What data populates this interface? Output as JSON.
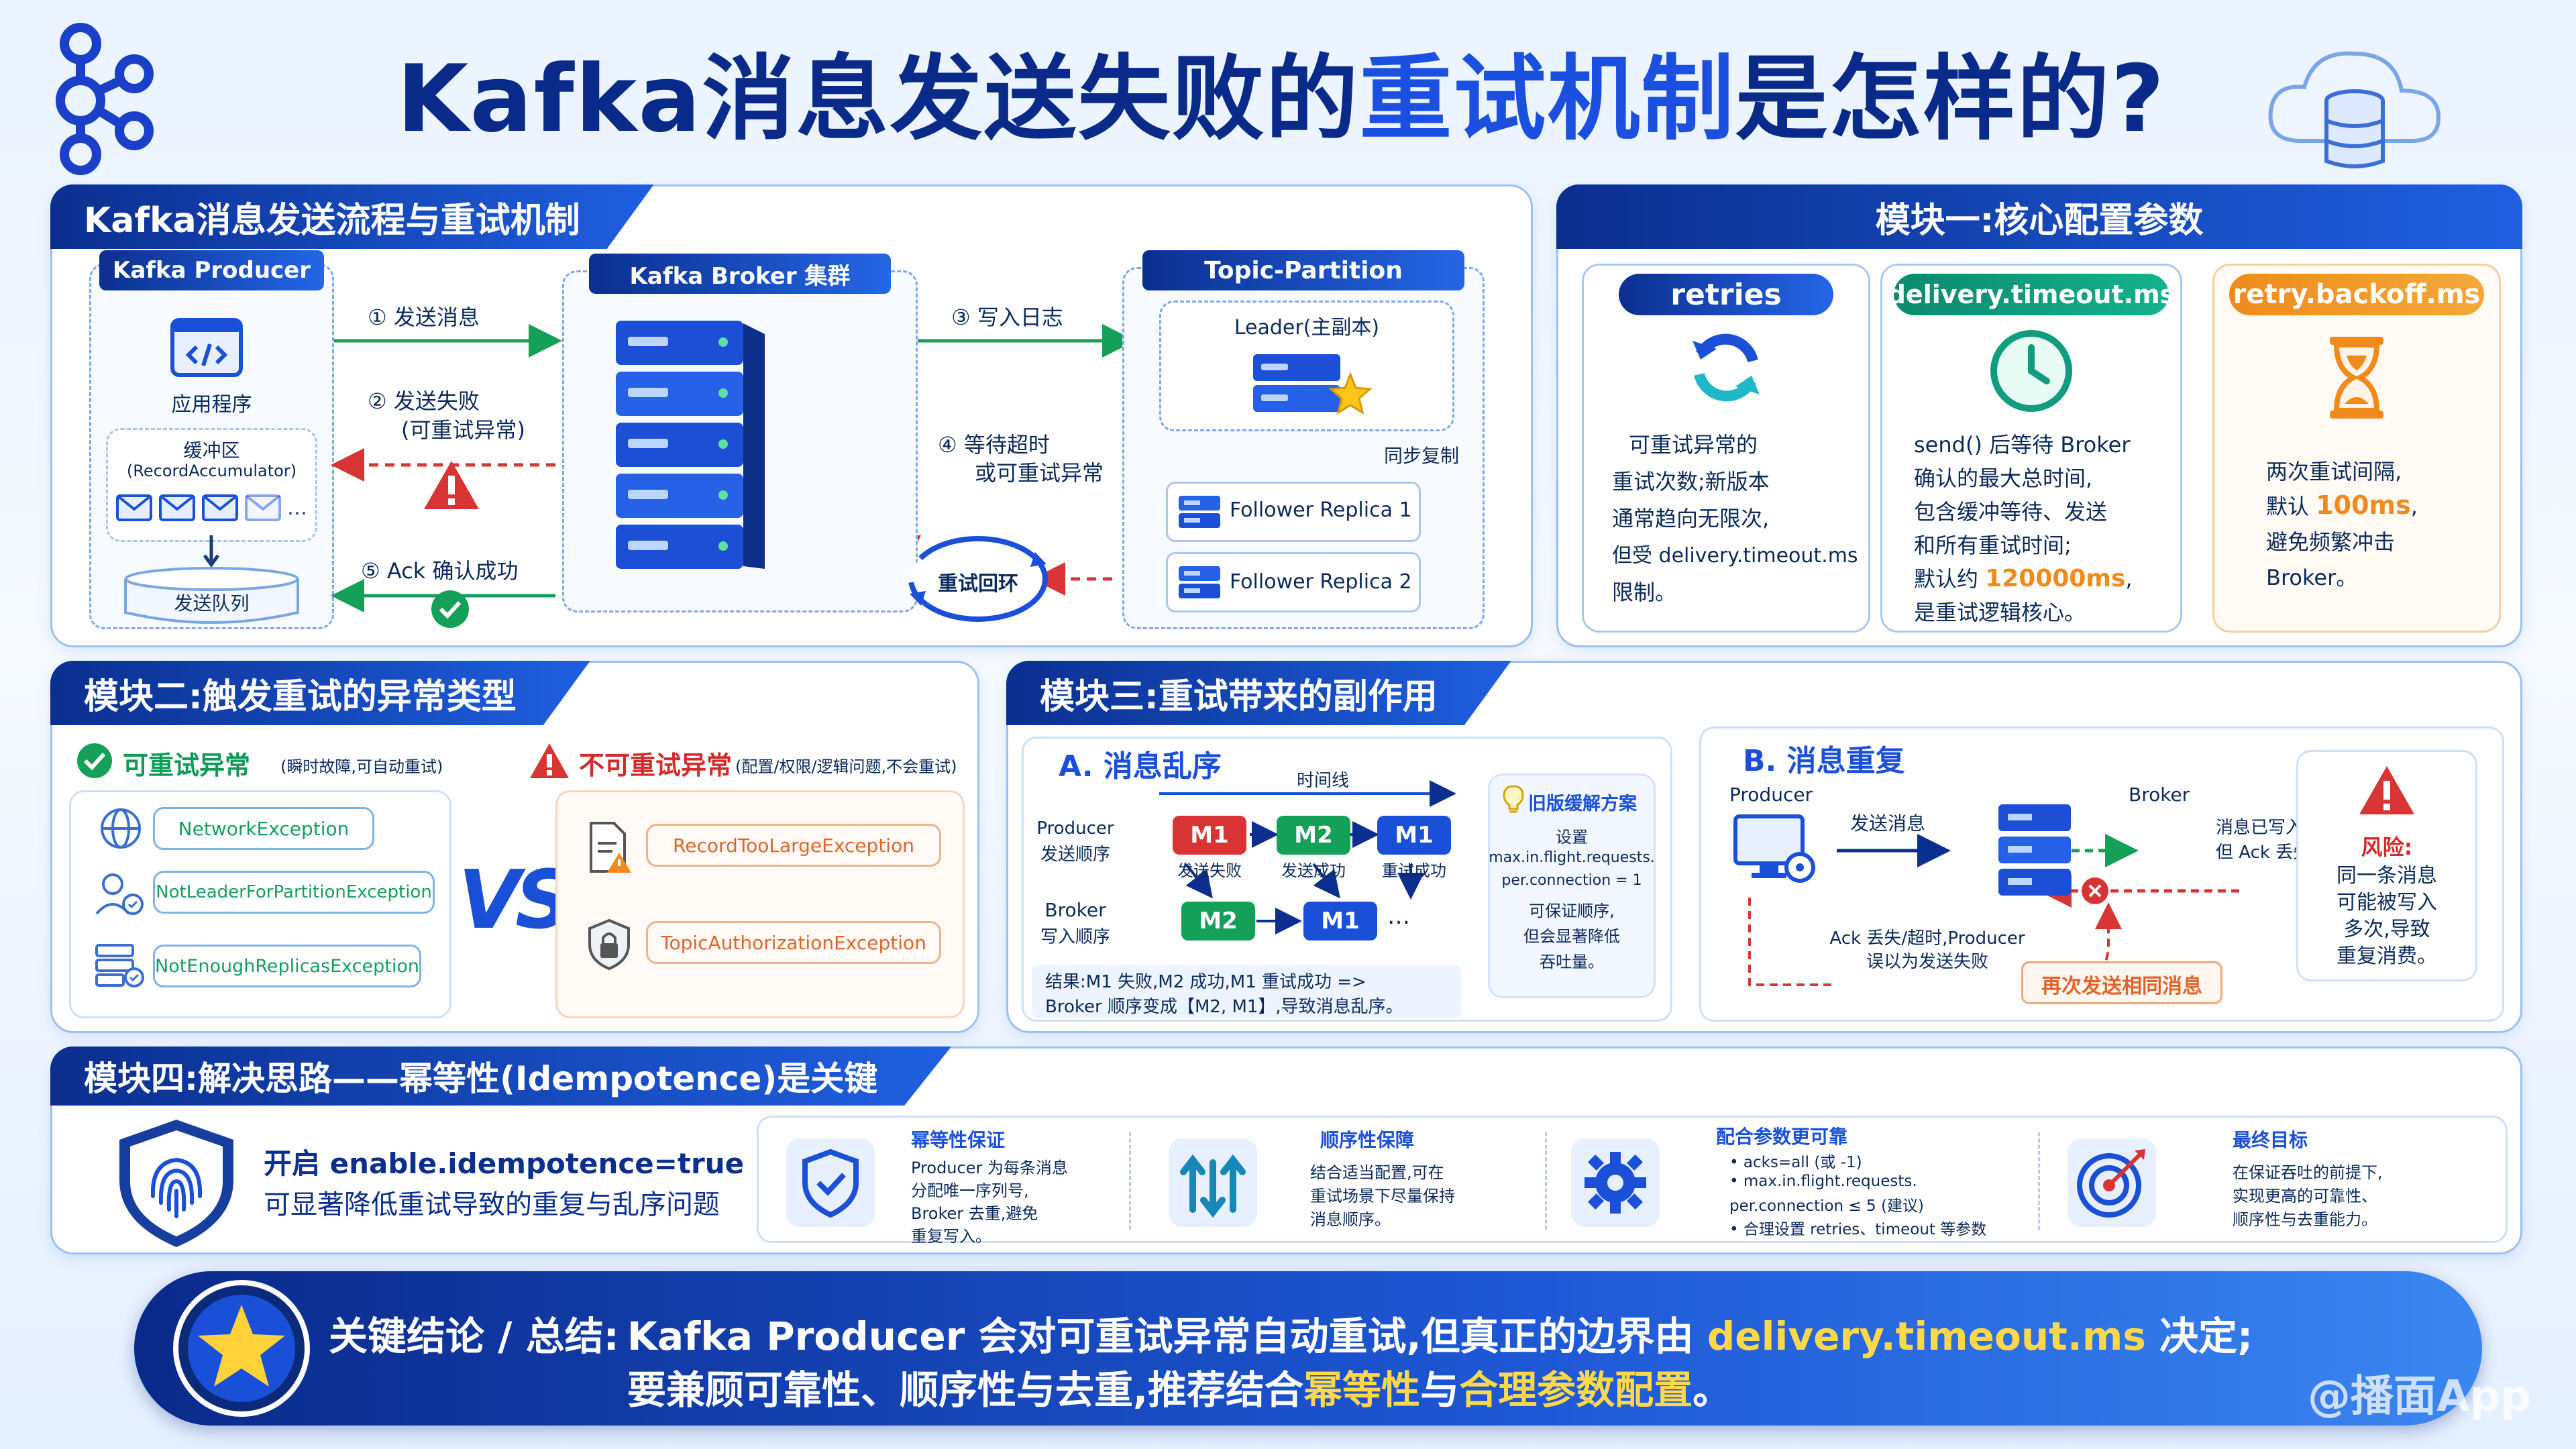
{
  "header": {
    "title_prefix": "Kafka消息发送失败的",
    "title_highlight": "重试机制",
    "title_suffix": "是怎样的?"
  },
  "flow_panel": {
    "title": "Kafka消息发送流程与重试机制",
    "producer_tag": "Kafka Producer",
    "app_label": "应用程序",
    "buffer_label": "缓冲区",
    "buffer_sub": "(RecordAccumulator)",
    "queue_label": "发送队列",
    "broker_tag": "Kafka Broker 集群",
    "topic_tag": "Topic-Partition",
    "leader_label": "Leader(主副本)",
    "follower1": "Follower Replica 1",
    "follower2": "Follower Replica 2",
    "sync_label": "同步复制",
    "step1": "① 发送消息",
    "step2": "② 发送失败",
    "step2_sub": "(可重试异常)",
    "step3": "③ 写入日志",
    "step4": "④ 等待超时",
    "step4_sub": "或可重试异常",
    "step5": "⑤ Ack 确认成功",
    "loop_label": "重试回环"
  },
  "module1": {
    "title": "模块一:核心配置参数",
    "cards": [
      {
        "tag": "retries",
        "lines": [
          "可重试异常的",
          "重试次数;新版本",
          "通常趋向无限次,",
          "但受 delivery.timeout.ms",
          "限制。"
        ]
      },
      {
        "tag": "delivery.timeout.ms",
        "lines": [
          "send() 后等待 Broker",
          "确认的最大总时间,",
          "包含缓冲等待、发送",
          "和所有重试时间;"
        ],
        "pre": "默认约 ",
        "hl": "120000ms",
        "post": ",",
        "last": "是重试逻辑核心。"
      },
      {
        "tag": "retry.backoff.ms",
        "lines": [
          "两次重试间隔,"
        ],
        "pre": "默认 ",
        "hl": "100ms",
        "post": ",",
        "tail": [
          "避免频繁冲击",
          "Broker。"
        ]
      }
    ]
  },
  "module2": {
    "title": "模块二:触发重试的异常类型",
    "retriable_title": "可重试异常",
    "retriable_sub": "(瞬时故障,可自动重试)",
    "non_retriable_title": "不可重试异常",
    "non_retriable_sub": "(配置/权限/逻辑问题,不会重试)",
    "retriable": [
      "NetworkException",
      "NotLeaderForPartitionException",
      "NotEnoughReplicasException"
    ],
    "non_retriable": [
      "RecordTooLargeException",
      "TopicAuthorizationException"
    ],
    "vs": "VS"
  },
  "module3": {
    "title": "模块三:重试带来的副作用",
    "a_title": "A. 消息乱序",
    "timeline": "时间线",
    "producer_order_1": "Producer",
    "producer_order_2": "发送顺序",
    "broker_order_1": "Broker",
    "broker_order_2": "写入顺序",
    "m1": "M1",
    "m2": "M2",
    "send_fail": "发送失败",
    "send_ok": "发送成功",
    "retry_ok": "重试成功",
    "ellipsis": "…",
    "result1": "结果:M1 失败,M2 成功,M1 重试成功 =>",
    "result2": "Broker 顺序变成【M2, M1】,导致消息乱序。",
    "old_title": "旧版缓解方案",
    "old_lines": [
      "设置",
      "max.in.flight.requests.",
      "per.connection = 1",
      "可保证顺序,",
      "但会显著降低",
      "吞吐量。"
    ],
    "b_title": "B. 消息重复",
    "b_producer": "Producer",
    "b_broker": "Broker",
    "b_send": "发送消息",
    "b_written_1": "消息已写入",
    "b_written_2": "但 Ack 丢失",
    "b_ack_lost_1": "Ack 丢失/超时,Producer",
    "b_ack_lost_2": "误以为发送失败",
    "b_resend": "再次发送相同消息",
    "risk_title": "风险:",
    "risk_lines": [
      "同一条消息",
      "可能被写入",
      "多次,导致",
      "重复消费。"
    ]
  },
  "module4": {
    "title": "模块四:解决思路——幂等性(Idempotence)是关键",
    "enable_line": "开启 enable.idempotence=true",
    "enable_sub": "可显著降低重试导致的重复与乱序问题",
    "items": [
      {
        "title": "幂等性保证",
        "lines": [
          "Producer 为每条消息",
          "分配唯一序列号,",
          "Broker 去重,避免",
          "重复写入。"
        ]
      },
      {
        "title": "顺序性保障",
        "lines": [
          "结合适当配置,可在",
          "重试场景下尽量保持",
          "消息顺序。"
        ]
      },
      {
        "title": "配合参数更可靠",
        "lines": [
          "• acks=all (或 -1)",
          "• max.in.flight.requests.",
          "   per.connection ≤ 5 (建议)",
          "• 合理设置 retries、timeout 等参数"
        ]
      },
      {
        "title": "最终目标",
        "lines": [
          "在保证吞吐的前提下,",
          "实现更高的可靠性、",
          "顺序性与去重能力。"
        ]
      }
    ]
  },
  "footer": {
    "label": "关键结论 / 总结:",
    "line1_pre": "Kafka Producer 会对可重试异常自动重试,但真正的边界由 ",
    "line1_hl": "delivery.timeout.ms",
    "line1_post": " 决定;",
    "line2_pre": "要兼顾可靠性、顺序性与去重,推荐结合",
    "line2_hl1": "幂等性",
    "line2_mid": "与",
    "line2_hl2": "合理参数配置",
    "line2_post": "。"
  },
  "watermark": "@播面App",
  "colors": {
    "navy": "#0b2f8f",
    "blue": "#1f5fe0",
    "green": "#15a05a",
    "red": "#d93434",
    "orange": "#f08a1c",
    "teal": "#0f9a80"
  }
}
